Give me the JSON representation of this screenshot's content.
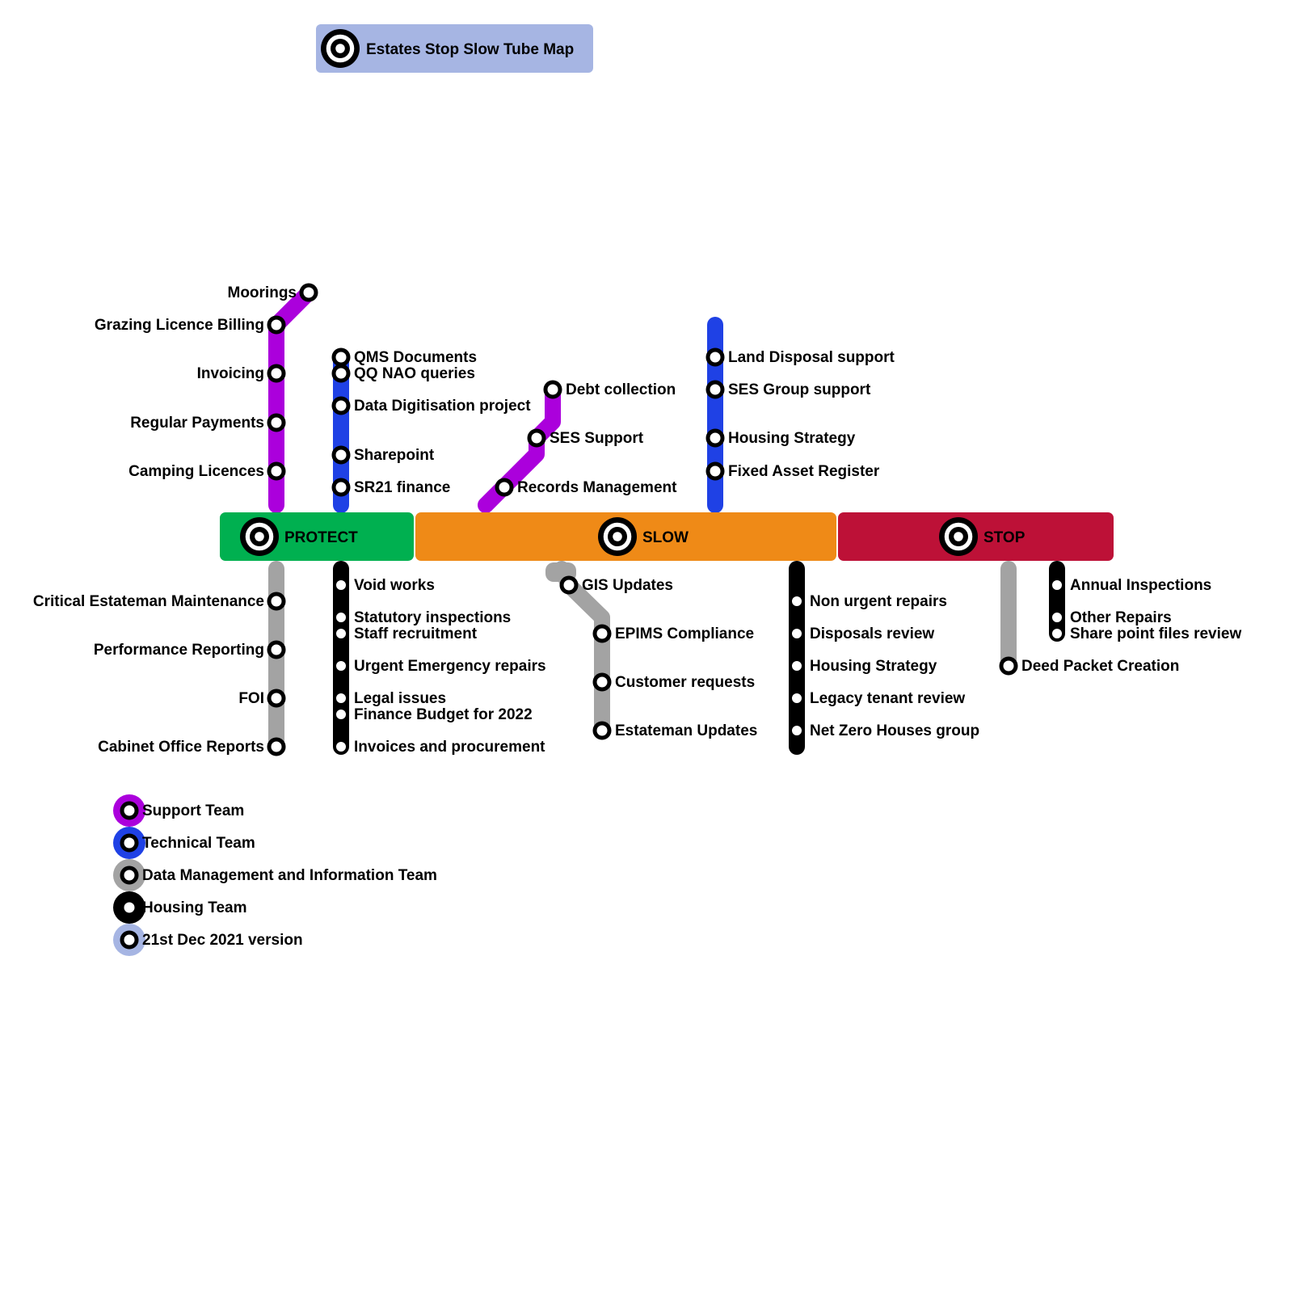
{
  "title": {
    "text": "Estates Stop Slow Tube Map",
    "background": "#a6b5e3"
  },
  "colors": {
    "support": "#ab00dc",
    "technical": "#1f41e5",
    "data": "#a3a3a3",
    "housing": "#000000",
    "version": "#a6b5e3"
  },
  "zones": [
    {
      "id": "protect",
      "label": "PROTECT",
      "color": "#00b050"
    },
    {
      "id": "slow",
      "label": "SLOW",
      "color": "#ef8a17"
    },
    {
      "id": "stop",
      "label": "STOP",
      "color": "#bd1137"
    }
  ],
  "lines": [
    {
      "id": "protect-support",
      "team": "support",
      "zone": "protect",
      "stations": [
        "Moorings",
        "Grazing Licence Billing",
        "Invoicing",
        "Regular Payments",
        "Camping Licences"
      ]
    },
    {
      "id": "protect-technical",
      "team": "technical",
      "zone": "protect",
      "stations": [
        "QMS Documents",
        "QQ NAO queries",
        "Data Digitisation project",
        "Sharepoint",
        "SR21 finance"
      ]
    },
    {
      "id": "slow-support",
      "team": "support",
      "zone": "slow",
      "stations": [
        "Debt collection",
        "SES Support",
        "Records Management"
      ]
    },
    {
      "id": "slow-technical",
      "team": "technical",
      "zone": "slow",
      "stations": [
        "Land Disposal support",
        "SES Group support",
        "Housing Strategy",
        "Fixed Asset Register"
      ]
    },
    {
      "id": "protect-data",
      "team": "data",
      "zone": "protect",
      "stations": [
        "Critical Estateman Maintenance",
        "Performance Reporting",
        "FOI",
        "Cabinet Office Reports"
      ]
    },
    {
      "id": "protect-housing",
      "team": "housing",
      "zone": "protect",
      "stations": [
        "Void works",
        "Statutory inspections",
        "Staff recruitment",
        "Urgent  Emergency repairs",
        "Legal issues",
        "Finance Budget for 2022",
        "Invoices and procurement"
      ]
    },
    {
      "id": "slow-data",
      "team": "data",
      "zone": "slow",
      "stations": [
        "GIS Updates",
        "EPIMS Compliance",
        "Customer requests",
        "Estateman Updates"
      ]
    },
    {
      "id": "slow-housing",
      "team": "housing",
      "zone": "slow",
      "stations": [
        "Non urgent repairs",
        "Disposals review",
        "Housing Strategy",
        "Legacy tenant review",
        "Net Zero Houses group"
      ]
    },
    {
      "id": "stop-data",
      "team": "data",
      "zone": "stop",
      "stations": [
        "Deed Packet Creation"
      ]
    },
    {
      "id": "stop-housing",
      "team": "housing",
      "zone": "stop",
      "stations": [
        "Annual Inspections",
        "Other Repairs",
        "Share point files review"
      ]
    }
  ],
  "legend": [
    {
      "team": "support",
      "label": "Support Team"
    },
    {
      "team": "technical",
      "label": "Technical Team"
    },
    {
      "team": "data",
      "label": "Data Management and Information Team"
    },
    {
      "team": "housing",
      "label": "Housing Team"
    },
    {
      "team": "version",
      "label": "21st Dec 2021 version"
    }
  ]
}
